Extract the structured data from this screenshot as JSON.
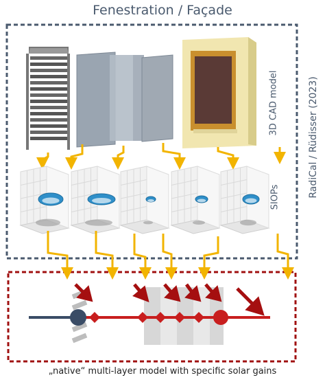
{
  "title": "Fenestration / Façade",
  "labels": {
    "cad_model": "3D CAD model",
    "siops": "SIOPs",
    "credit": "RadiCal / Rüdisser (2023)"
  },
  "caption": "„native“ multi-layer model with specific solar gains",
  "colors": {
    "frame_blue": "#4a5a6e",
    "frame_red": "#a01010",
    "arrow_yellow": "#f2b400",
    "arrow_red": "#a50f10",
    "layer_line": "#c81e1e",
    "node_blue": "#3a4c66"
  },
  "icons": {
    "blind": "roller-shutter-icon",
    "glass": "glass-pane-icon",
    "window": "window-frame-icon",
    "siop": "siop-lobe-icon"
  }
}
